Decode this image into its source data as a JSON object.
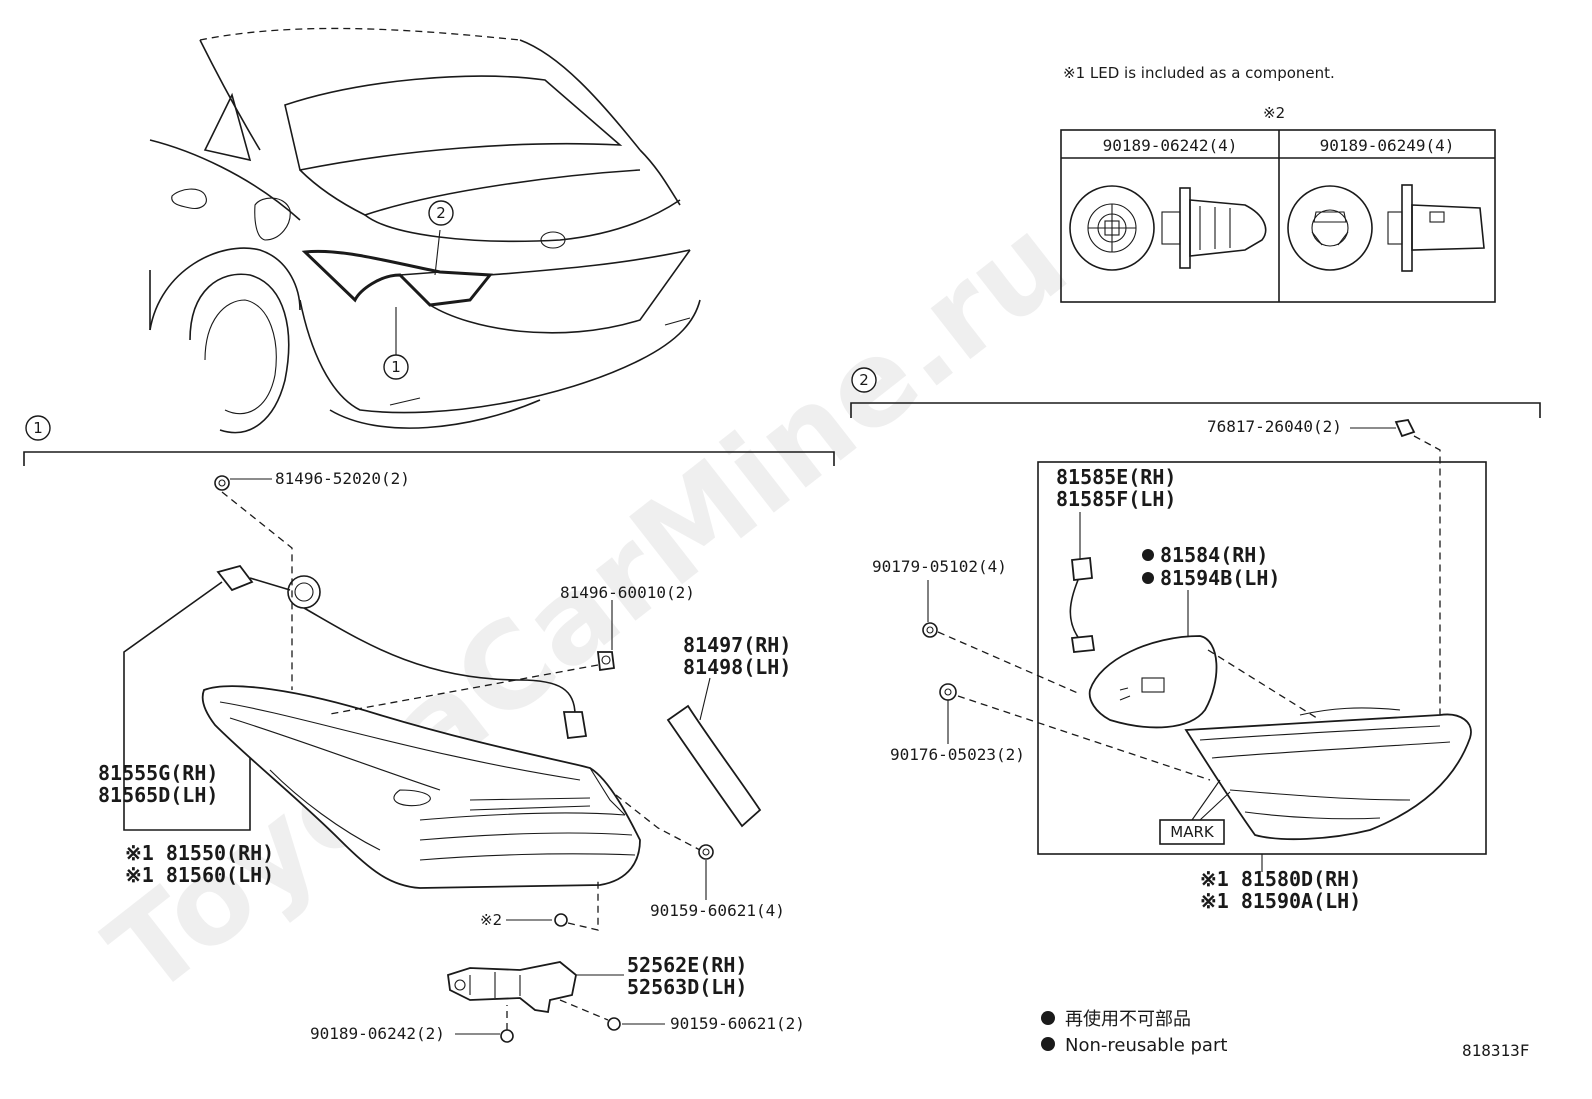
{
  "watermark": "ToyotaCarMine.ru",
  "notes": {
    "note1": "※1 LED is included as a component.",
    "note2_mark": "※2",
    "diagram_number": "818313F"
  },
  "clip_table": {
    "col1_header": "90189-06242(4)",
    "col2_header": "90189-06249(4)"
  },
  "callouts": {
    "c1": "1",
    "c2": "2"
  },
  "section1": {
    "p_81496_52020": "81496-52020(2)",
    "p_81496_60010": "81496-60010(2)",
    "p_81497": "81497(RH)",
    "p_81498": "81498(LH)",
    "p_81555g": "81555G(RH)",
    "p_81565d": "81565D(LH)",
    "p_81550": "※1 81550(RH)",
    "p_81560": "※1 81560(LH)",
    "p_90159_60621_4": "90159-60621(4)",
    "p_mark2": "※2",
    "p_52562e": "52562E(RH)",
    "p_52563d": "52563D(LH)",
    "p_90189_06242_2": "90189-06242(2)",
    "p_90159_60621_2": "90159-60621(2)"
  },
  "section2": {
    "p_76817": "76817-26040(2)",
    "p_81585e": "81585E(RH)",
    "p_81585f": "81585F(LH)",
    "p_81584": "81584(RH)",
    "p_81594b": "81594B(LH)",
    "p_90179": "90179-05102(4)",
    "p_90176": "90176-05023(2)",
    "p_mark": "MARK",
    "p_81580d": "※1 81580D(RH)",
    "p_81590a": "※1 81590A(LH)"
  },
  "legend": {
    "jp": "再使用不可部品",
    "en": "Non-reusable part"
  }
}
